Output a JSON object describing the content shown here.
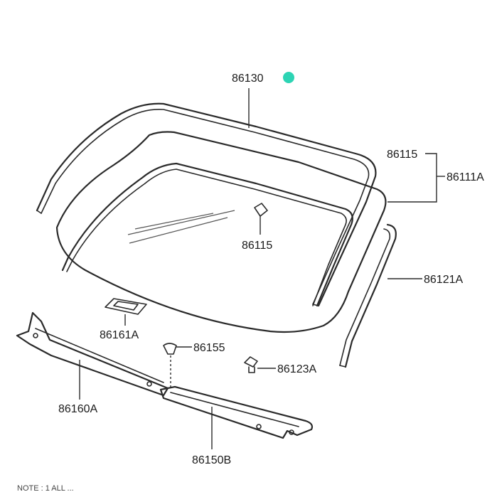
{
  "diagram": {
    "labels": {
      "moulding_top": "86130",
      "dam_upper": "86115",
      "dam_group": "86111A",
      "dam_center": "86115",
      "moulding_side": "86121A",
      "bracket": "86161A",
      "fastener": "86155",
      "clip": "86123A",
      "cowl_upper": "86160A",
      "cowl_lower": "86150B"
    },
    "marker_color": "#2dd4b4",
    "line_color": "#2a2a2a",
    "footnote": "NOTE : 1 ALL   ...   "
  }
}
